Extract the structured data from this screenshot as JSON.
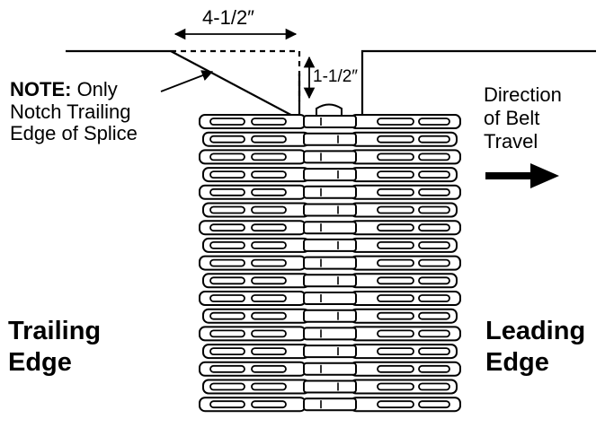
{
  "dimensions": {
    "notch_width": "4-1/2″",
    "notch_depth": "1-1/2″"
  },
  "note": {
    "prefix": "NOTE:",
    "text_line1": " Only",
    "text_line2": "Notch Trailing",
    "text_line3": "Edge of Splice"
  },
  "direction": {
    "line1": "Direction",
    "line2": "of Belt",
    "line3": "Travel"
  },
  "trailing_edge": {
    "line1": "Trailing",
    "line2": "Edge"
  },
  "leading_edge": {
    "line1": "Leading",
    "line2": "Edge"
  },
  "splice": {
    "fastener_count": 17
  }
}
